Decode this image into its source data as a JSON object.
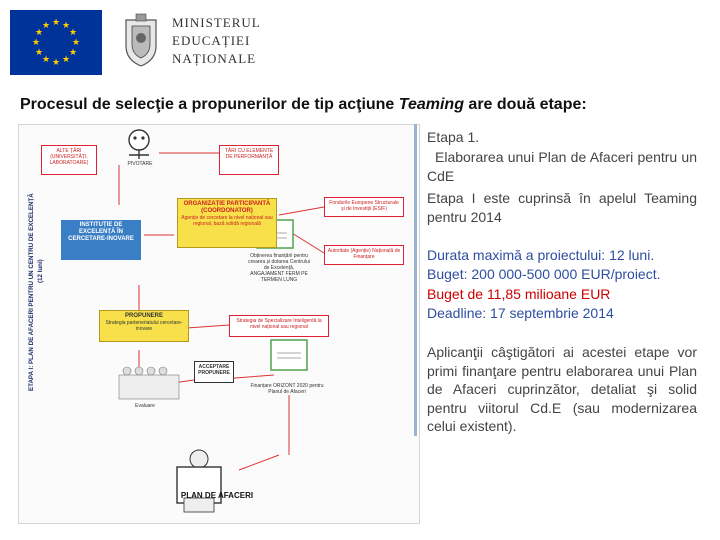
{
  "header": {
    "ministry_lines": [
      "MINISTERUL",
      "EDUCAȚIEI",
      "NAȚIONALE"
    ],
    "title_main": "Procesul de selecţie a propunerilor de tip acţiune ",
    "title_italic": "Teaming",
    "title_end": " are două etape:"
  },
  "diagram": {
    "vertical_line1": "ETAPA  I:  PLAN DE AFACERI PENTRU UN CENTRU DE EXCELENȚĂ",
    "vertical_line2": "(12 luni)",
    "box_top_left": "ALTE ȚĂRI (UNIVERSITĂȚI, LABORATOARE)",
    "box_top_right": "TĂRI CU ELEMENTE DE PERFORMANȚĂ",
    "pivot_label": "PIVOTARE",
    "institutie": "INSTITUȚIE DE EXCELENȚĂ ÎN CERCETARE-INOVARE",
    "organizatie_title": "ORGANIZAȚIE PARTICIPANTĂ (COORDONATOR)",
    "organizatie_body": "Agenție de cercetare la nivel național sau regional, bază solidă regională",
    "fonduri": "Fondurile Europene Structurale și de Investiții (ESIF)",
    "autoritati": "Autoritate (Agenție) Națională de Finanțare",
    "obtinere": "Obținerea finanțării pentru crearea și dotarea Centrului de Excelență, ANGAJAMENT FERM PE TERMEN LUNG",
    "propunere_title": "PROPUNERE",
    "propunere_body": "Strategia parteneriatului cercetare-inovare",
    "strategia": "Strategia de Specializare Inteligentă la nivel național sau regional",
    "evaluare": "Evaluare",
    "mesaj_label": "ACCEPTARE PROPUNERE",
    "finantare": "Finanțare ORIZONT 2020 pentru Planul de Afaceri",
    "plan": "PLAN DE AFACERI"
  },
  "right": {
    "etapa_heading": "Etapa 1.",
    "etapa_para": "Elaborarea unui Plan de Afaceri pentru un CdE",
    "etapa_line": "Etapa I este cuprinsă în apelul Teaming pentru 2014",
    "durata": "Durata maximă a proiectului: 12 luni.",
    "buget": "Buget: 200 000-500 000 EUR/proiect.",
    "buget_total": "Buget de 11,85 milioane EUR",
    "deadline": "Deadline: 17 septembrie 2014",
    "aplicanti": "Aplicanţii câştigători ai acestei etape vor primi finanţare pentru elaborarea unui Plan de Afaceri cuprinzător, detaliat şi solid pentru viitorul Cd.E (sau modernizarea celui existent)."
  }
}
